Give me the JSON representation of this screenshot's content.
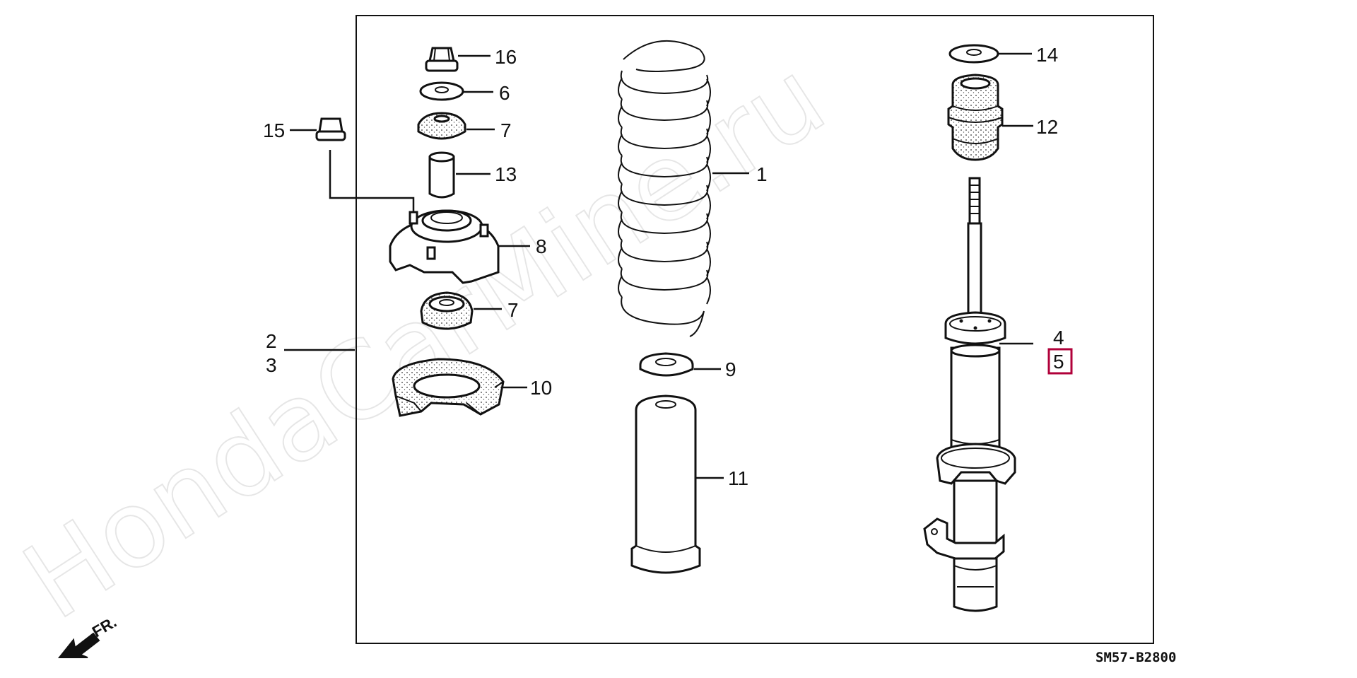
{
  "diagram": {
    "accent_color": "#b0003a",
    "watermark": "HondaCarMine.ru",
    "drawing_code": "SM57-B2800",
    "direction": {
      "label": "FR.",
      "icon": "front-direction-arrow-icon"
    },
    "callouts": [
      {
        "id": "c1",
        "label": "1"
      },
      {
        "id": "c2",
        "label": "2"
      },
      {
        "id": "c3",
        "label": "3"
      },
      {
        "id": "c4",
        "label": "4"
      },
      {
        "id": "c5",
        "label": "5",
        "highlighted": true
      },
      {
        "id": "c6",
        "label": "6"
      },
      {
        "id": "c7a",
        "label": "7"
      },
      {
        "id": "c7b",
        "label": "7"
      },
      {
        "id": "c8",
        "label": "8"
      },
      {
        "id": "c9",
        "label": "9"
      },
      {
        "id": "c10",
        "label": "10"
      },
      {
        "id": "c11",
        "label": "11"
      },
      {
        "id": "c12",
        "label": "12"
      },
      {
        "id": "c13",
        "label": "13"
      },
      {
        "id": "c14",
        "label": "14"
      },
      {
        "id": "c15",
        "label": "15"
      },
      {
        "id": "c16",
        "label": "16"
      }
    ]
  }
}
